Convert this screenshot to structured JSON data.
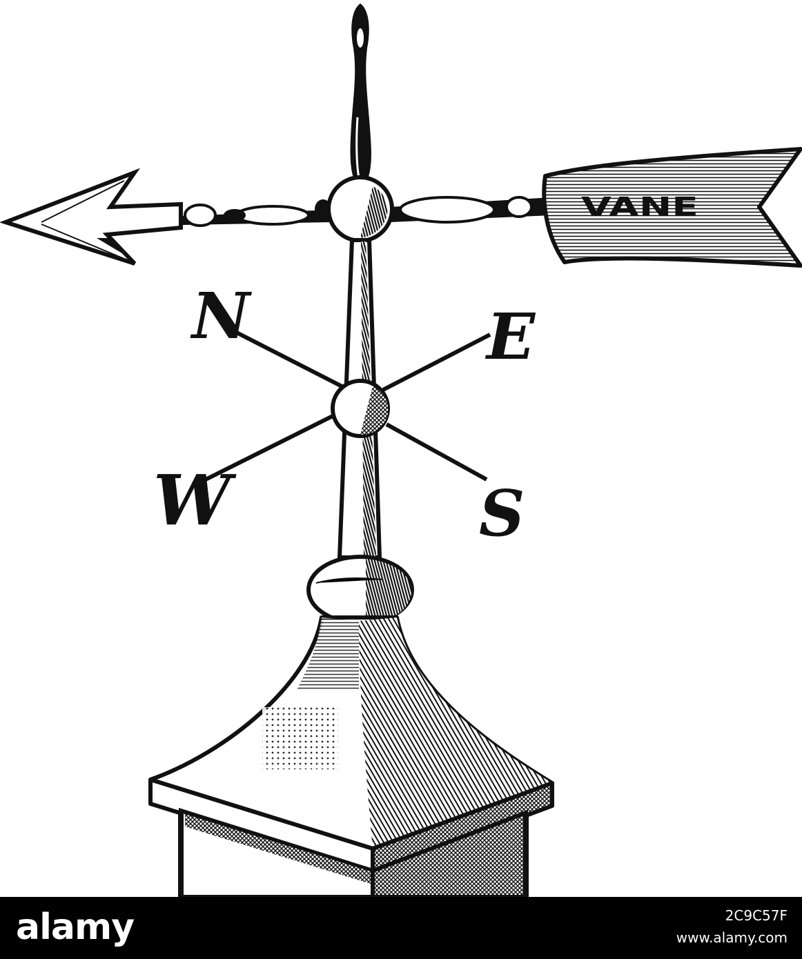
{
  "illustration": {
    "vane_text": "VANE",
    "compass": {
      "north": "N",
      "east": "E",
      "south": "S",
      "west": "W"
    }
  },
  "footer": {
    "brand": "alamy",
    "image_id": "2C9C57F",
    "site": "www.alamy.com"
  },
  "colors": {
    "ink": "#111111",
    "footer_bg": "#000000",
    "footer_text": "#ffffff"
  }
}
